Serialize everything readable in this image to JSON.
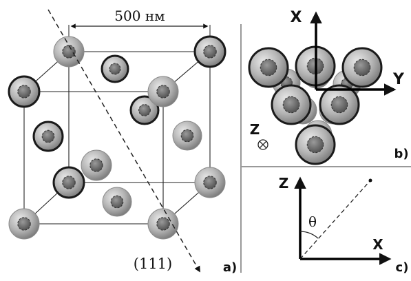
{
  "panel_a": {
    "scale_label": "500 нм",
    "plane_label": "(111)",
    "panel_label": "a)"
  },
  "panel_b": {
    "x_axis": "X",
    "y_axis": "Y",
    "z_axis": "Z",
    "panel_label": "b)"
  },
  "panel_c": {
    "z_axis": "Z",
    "x_axis": "X",
    "angle_label": "θ",
    "panel_label": "c)"
  },
  "colors": {
    "particle_light": "#e4e4e4",
    "particle_mid": "#a4a4a4",
    "particle_dark": "#6c6c6c",
    "core": "#7a7a7a",
    "line": "#111111"
  }
}
